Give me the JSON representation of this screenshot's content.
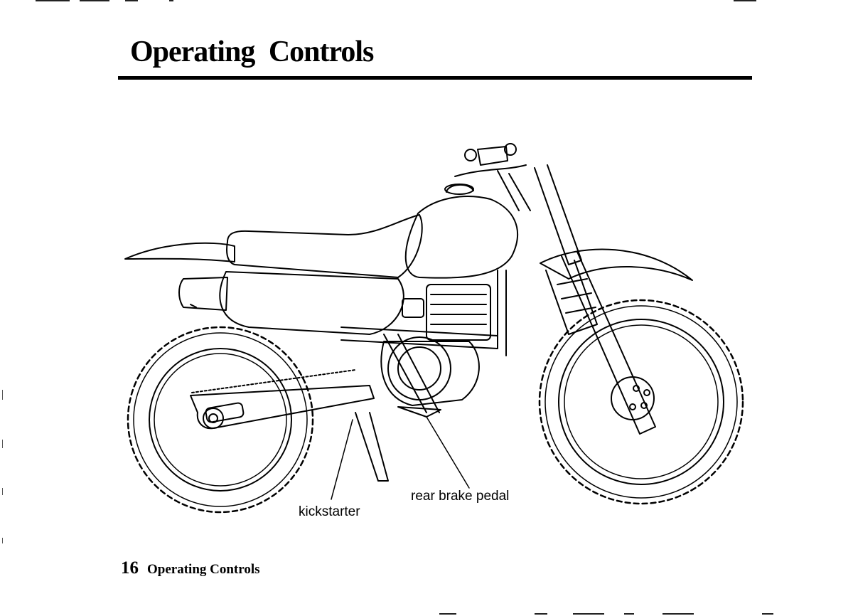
{
  "page": {
    "title": "Operating Controls",
    "page_number": "16",
    "footer_title": "Operating Controls"
  },
  "illustration": {
    "subject": "motorcycle",
    "callouts": {
      "kickstarter": "kickstarter",
      "rear_brake_pedal": "rear brake pedal"
    }
  },
  "colors": {
    "ink": "#000000",
    "paper": "#ffffff"
  }
}
